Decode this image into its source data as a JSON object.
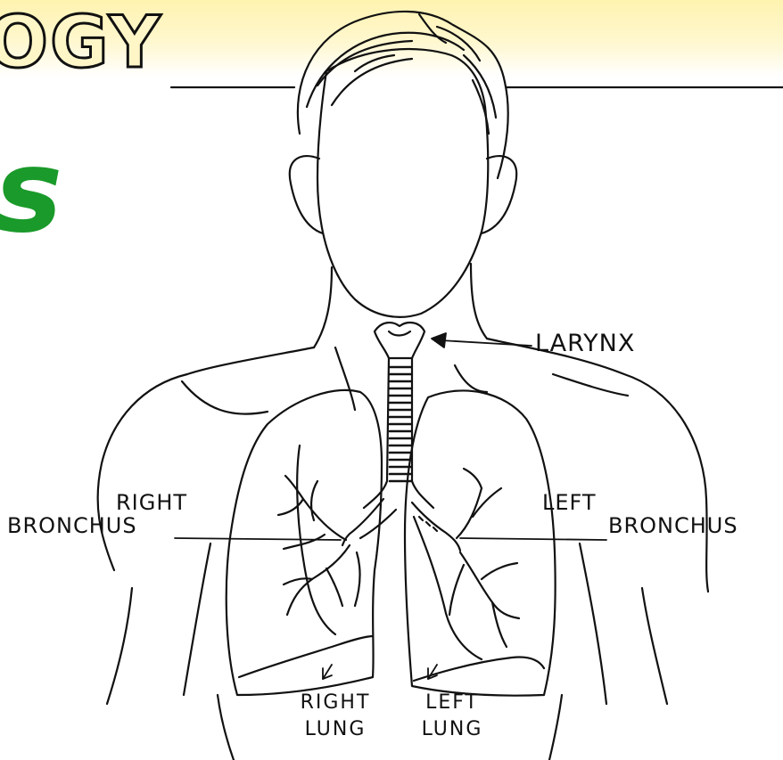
{
  "header": {
    "word_fragment": "OGY",
    "green_fragment": "s",
    "band_color": "#fff3b0",
    "green_color": "#1a9a2a"
  },
  "labels": {
    "larynx": "LARYNX",
    "right_bronchus_1": "RIGHT",
    "right_bronchus_2": "BRONCHUS",
    "left_bronchus_1": "LEFT",
    "left_bronchus_2": "BRONCHUS",
    "right_lung_1": "RIGHT",
    "right_lung_2": "LUNG",
    "left_lung_1": "LEFT",
    "left_lung_2": "LUNG"
  }
}
